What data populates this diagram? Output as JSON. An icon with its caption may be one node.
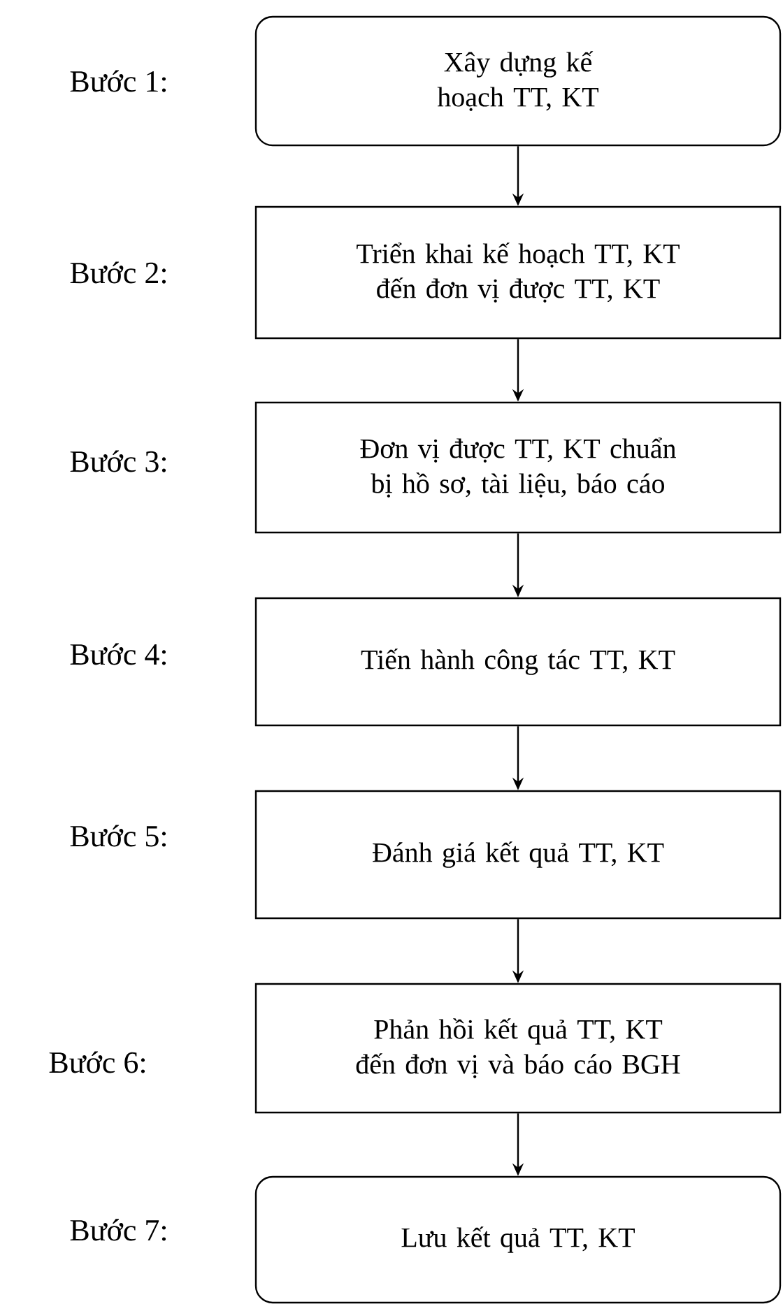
{
  "diagram": {
    "nodes": [
      {
        "text": [
          "Xây dựng kế hoạch TT, KT"
        ],
        "beside": [
          "Bước 1:"
        ]
      },
      {
        "text": [
          "Triển khai kế hoạch TT, KT đến đơn vị được TT, KT"
        ],
        "beside": [
          "Bước 2:"
        ]
      },
      {
        "text": [
          "Đơn vị được TT, KT chuẩn bị hồ sơ, tài liệu, báo cáo"
        ],
        "beside": [
          "Bước 3:"
        ]
      },
      {
        "text": [
          "Tiến hành công tác TT, KT"
        ],
        "beside": [
          "Bước 4:"
        ]
      },
      {
        "text": [
          "Đánh giá kết quả TT, KT"
        ],
        "beside": [
          "Bước 5:"
        ]
      },
      {
        "text": [
          "Phản hồi kết quả TT, KT đến đơn vị và báo cáo BGH"
        ],
        "beside": [
          "Bước 6:"
        ]
      },
      {
        "text": [
          "Lưu kết quả TT, KT"
        ],
        "beside": [
          "Bước 7:"
        ]
      }
    ],
    "edges": [
      {
        "from": 0,
        "to": 1,
        "arrow": "to"
      },
      {
        "from": 1,
        "to": 2,
        "arrow": "to"
      },
      {
        "from": 2,
        "to": 3,
        "arrow": "to"
      },
      {
        "from": 3,
        "to": 4,
        "arrow": "to"
      },
      {
        "from": 4,
        "to": 5,
        "arrow": "to"
      },
      {
        "from": 5,
        "to": 6,
        "arrow": "to"
      }
    ]
  }
}
